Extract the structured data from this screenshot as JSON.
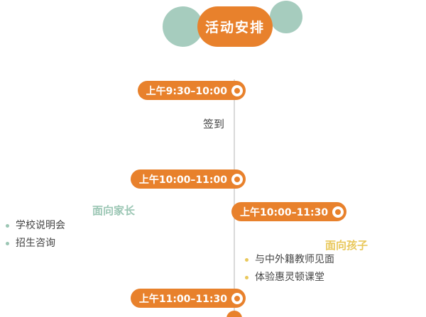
{
  "title": "活动安排",
  "timeline": {
    "entries": [
      {
        "time": "上午9:30–10:00",
        "note": "签到"
      },
      {
        "time": "上午10:00–11:00"
      },
      {
        "time": "上午10:00–11:30"
      },
      {
        "time": "上午11:00–11:30"
      }
    ]
  },
  "sections": {
    "parents": {
      "heading": "面向家长",
      "items": [
        "学校说明会",
        "招生咨询"
      ]
    },
    "children": {
      "heading": "面向孩子",
      "items": [
        "与中外籍教师见面",
        "体验惠灵顿课堂"
      ]
    }
  },
  "colors": {
    "orange": "#E8812C",
    "teal": "#A6CCBE",
    "gold": "#E9C85B",
    "line": "#D9D9D9"
  }
}
